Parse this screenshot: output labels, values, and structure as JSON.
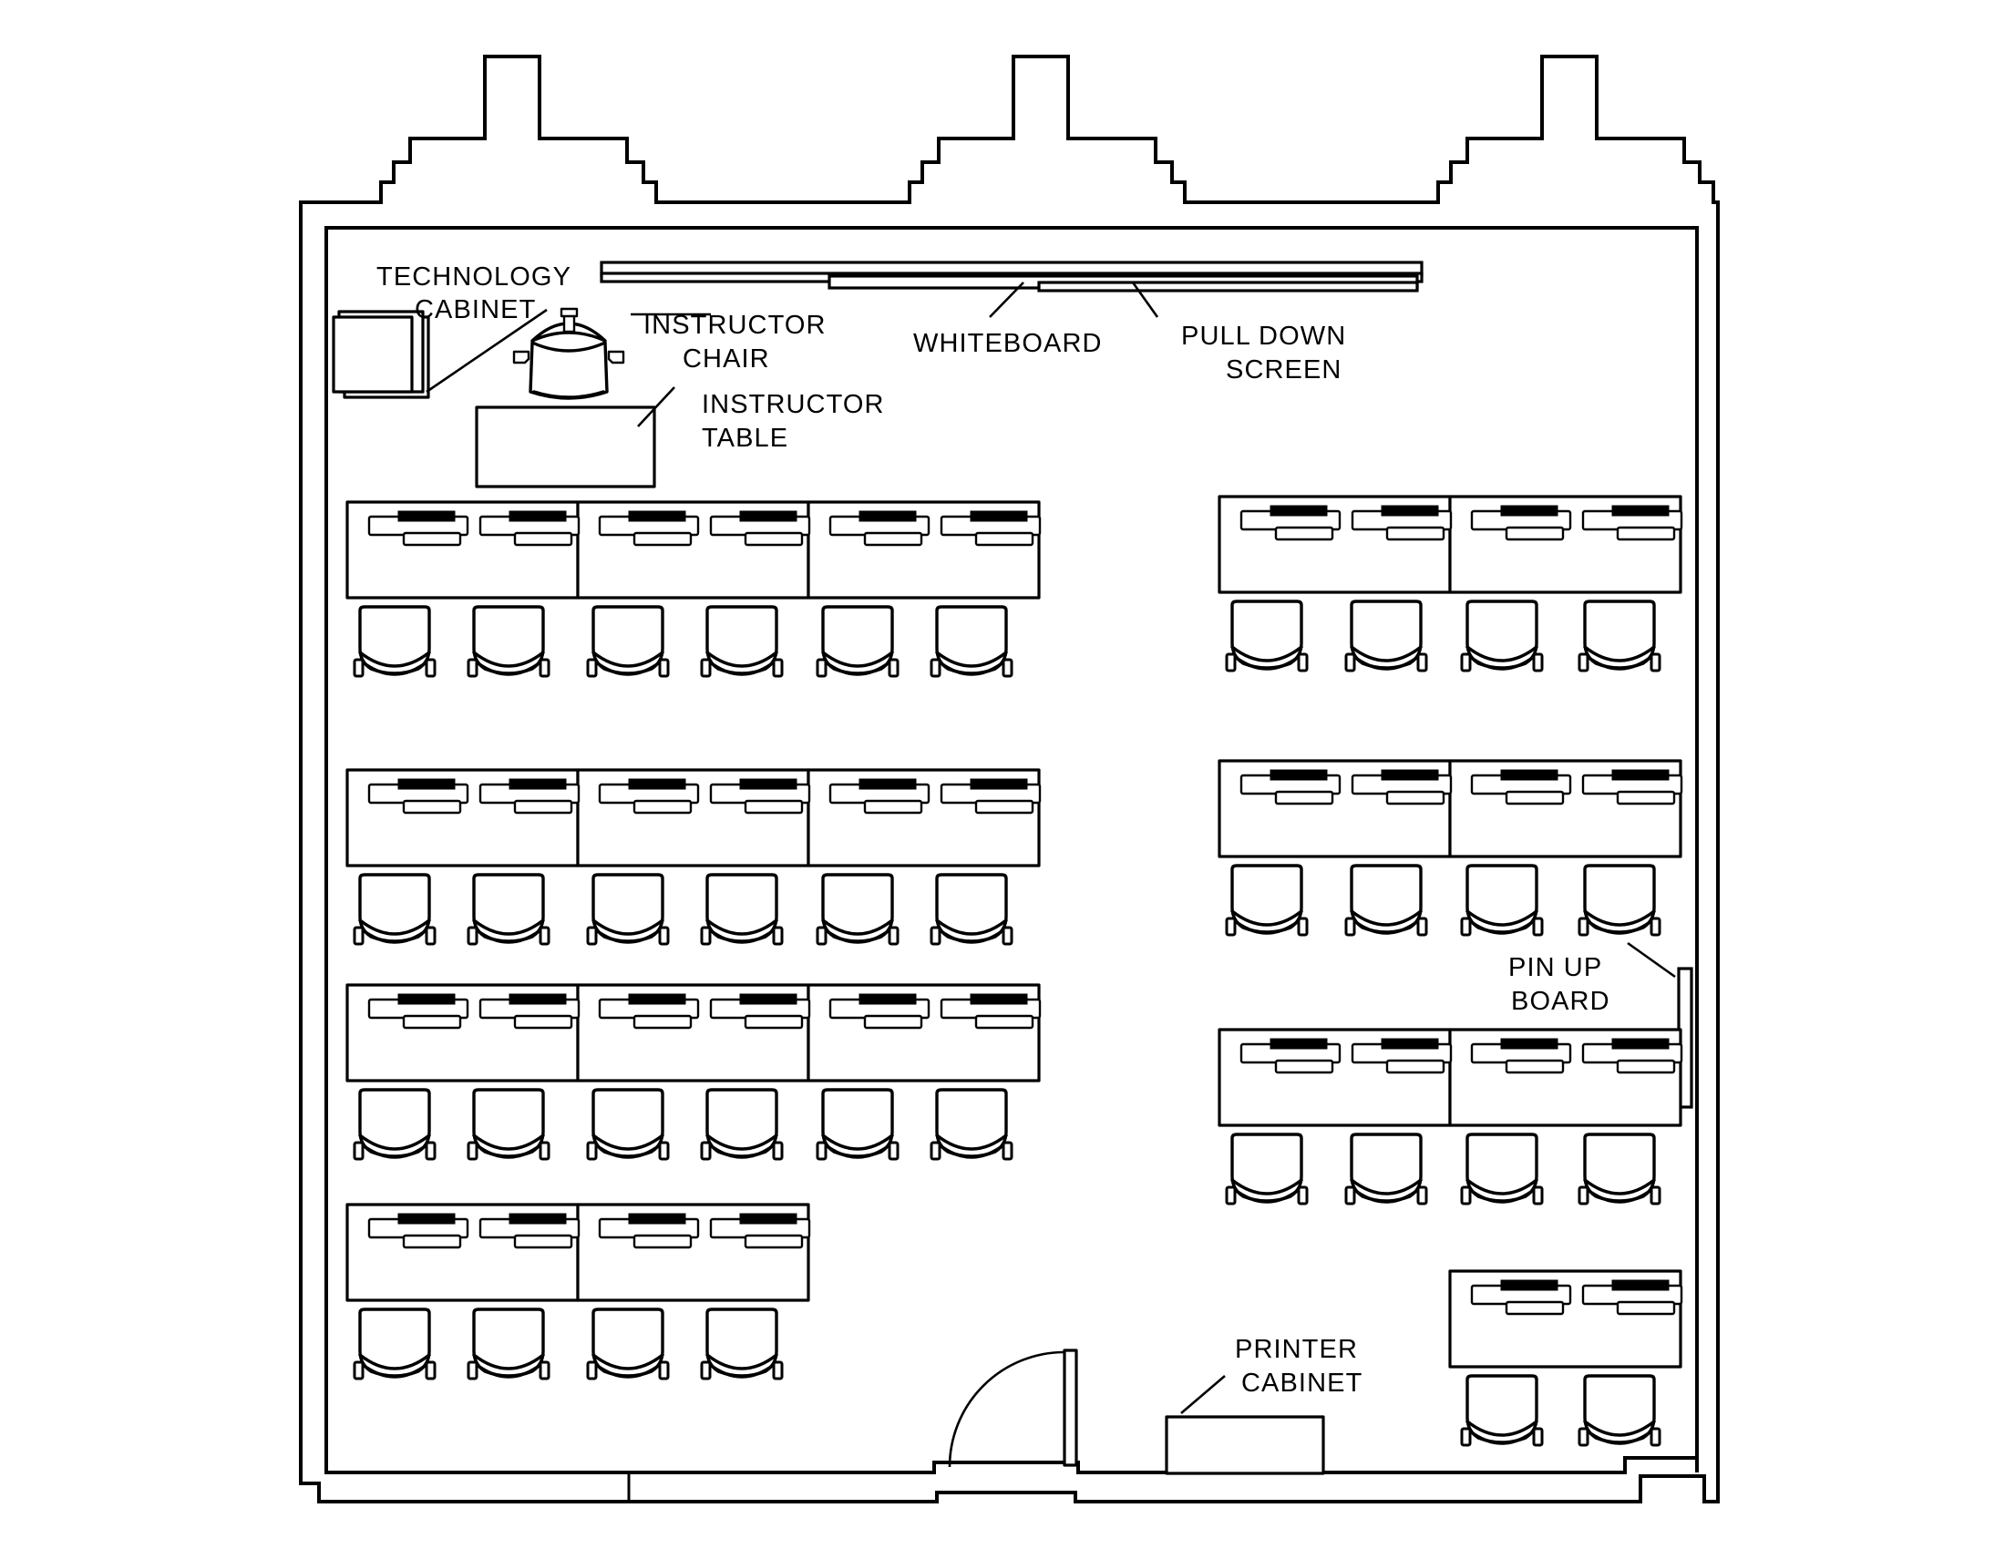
{
  "drawing": {
    "title": "Classroom Furniture Floor Plan",
    "type": "architectural-floor-plan",
    "line_color": "#000000",
    "background_color": "#ffffff"
  },
  "labels": {
    "technology_cabinet": {
      "line1": "TECHNOLOGY",
      "line2": "CABINET"
    },
    "instructor_chair": {
      "line1": "INSTRUCTOR",
      "line2": "CHAIR"
    },
    "instructor_table": {
      "line1": "INSTRUCTOR",
      "line2": "TABLE"
    },
    "whiteboard": {
      "line1": "WHITEBOARD"
    },
    "pull_down_screen": {
      "line1": "PULL  DOWN",
      "line2": "SCREEN"
    },
    "pin_up_board": {
      "line1": "PIN  UP",
      "line2": "BOARD"
    },
    "printer_cabinet": {
      "line1": "PRINTER",
      "line2": "CABINET"
    }
  },
  "room": {
    "left_block": {
      "rows": [
        {
          "tables": 3,
          "chairs": 6
        },
        {
          "tables": 3,
          "chairs": 6
        },
        {
          "tables": 3,
          "chairs": 6
        },
        {
          "tables": 2,
          "chairs": 4
        }
      ]
    },
    "right_block": {
      "rows": [
        {
          "tables": 2,
          "chairs": 4
        },
        {
          "tables": 2,
          "chairs": 4
        },
        {
          "tables": 2,
          "chairs": 4
        },
        {
          "tables": 1,
          "chairs": 2
        }
      ]
    },
    "fixtures": [
      "whiteboard",
      "pull-down-screen",
      "technology-cabinet",
      "instructor-table",
      "instructor-chair",
      "pin-up-board",
      "printer-cabinet",
      "door"
    ]
  }
}
